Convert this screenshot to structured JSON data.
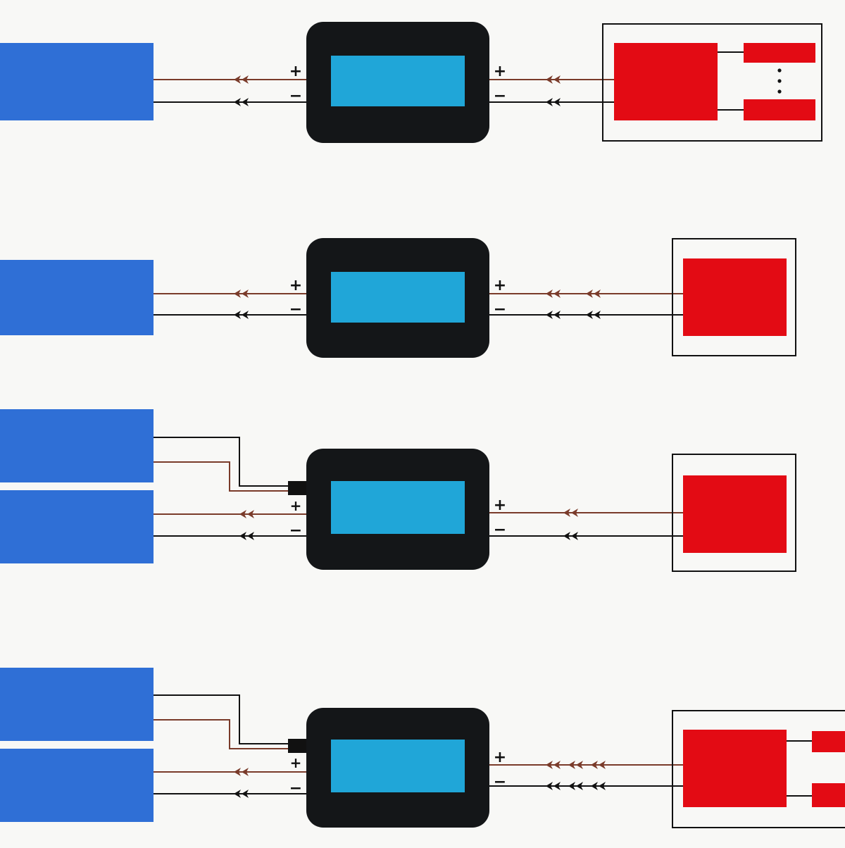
{
  "labels": {
    "plus": "+",
    "minus": "−"
  },
  "colors": {
    "background": "#f8f8f6",
    "panel": "#2f6fd6",
    "meter_body": "#141618",
    "meter_screen": "#20a6d8",
    "load": "#e30b14",
    "wire_positive": "#7a3b2a",
    "wire_negative": "#111111"
  },
  "icons": [
    "arrow-left-icon",
    "connector-plug-icon"
  ],
  "diagram": {
    "rows": [
      {
        "panels": 1,
        "positive_arrows_in": 1,
        "positive_arrows_out": 1,
        "negative_arrows_in": 1,
        "negative_arrows_out": 1,
        "balance_connector": false,
        "load_type": "multi-bank"
      },
      {
        "panels": 1,
        "positive_arrows_in": 1,
        "positive_arrows_out": 2,
        "negative_arrows_in": 1,
        "negative_arrows_out": 2,
        "balance_connector": false,
        "load_type": "single"
      },
      {
        "panels": 2,
        "positive_arrows_in": 1,
        "positive_arrows_out": 1,
        "negative_arrows_in": 1,
        "negative_arrows_out": 1,
        "balance_connector": true,
        "load_type": "single"
      },
      {
        "panels": 2,
        "positive_arrows_in": 1,
        "positive_arrows_out": 3,
        "negative_arrows_in": 1,
        "negative_arrows_out": 3,
        "balance_connector": true,
        "load_type": "split"
      }
    ]
  }
}
